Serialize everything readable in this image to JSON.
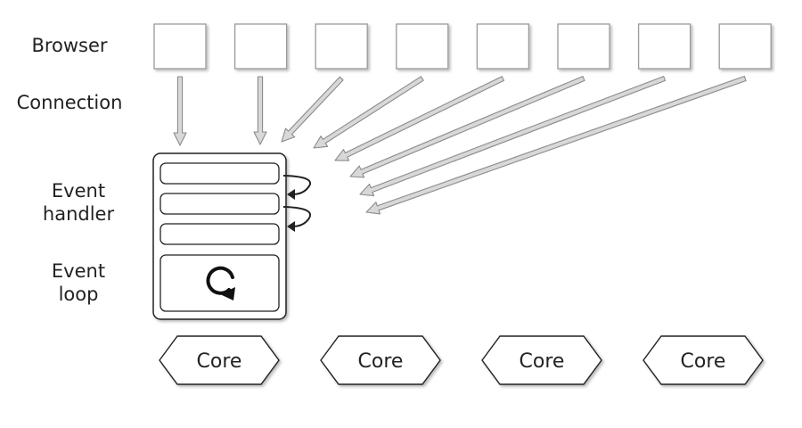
{
  "labels": {
    "browser": "Browser",
    "connection": "Connection",
    "event_handler": [
      "Event",
      "handler"
    ],
    "event_loop": [
      "Event",
      "loop"
    ]
  },
  "browsers": {
    "count": 8
  },
  "cores": [
    "Core",
    "Core",
    "Core",
    "Core"
  ],
  "colors": {
    "box_stroke": "#9a9a9a",
    "box_fill": "#ffffff",
    "arrow_fill": "#d8d8d8",
    "arrow_stroke": "#8a8a8a",
    "outline": "#222222"
  },
  "icons": {
    "loop": "refresh-icon",
    "handler_arrow": "curved-arrow-icon"
  }
}
